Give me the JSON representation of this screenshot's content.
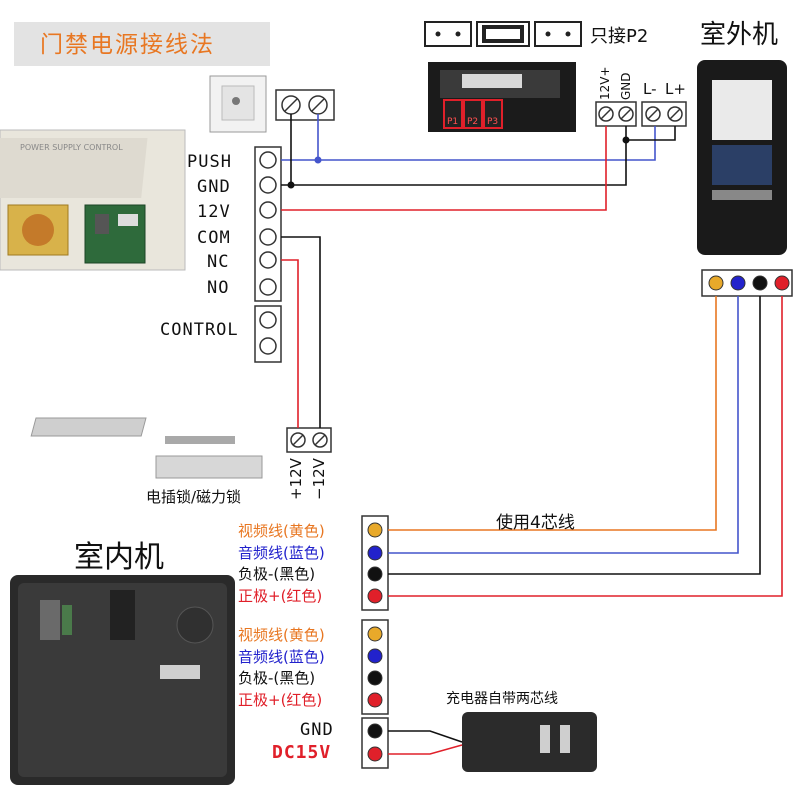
{
  "title": "门禁电源接线法",
  "top_right": {
    "jumper_note": "只接P2",
    "outdoor_unit": "室外机",
    "terminal_labels": [
      "12V+",
      "GND",
      "L-",
      "L+"
    ],
    "jumper_pins": [
      "P1",
      "P2",
      "P3"
    ]
  },
  "power_supply": {
    "terminals": [
      "PUSH",
      "GND",
      "12V",
      "COM",
      "NC",
      "NO"
    ],
    "control_label": "CONTROL",
    "photo_text": "POWER SUPPLY CONTROL"
  },
  "lock": {
    "terminal_labels": [
      "+12V",
      "−12V"
    ],
    "caption": "电插锁/磁力锁"
  },
  "indoor_unit": {
    "label": "室内机"
  },
  "cable_note": "使用4芯线",
  "wire_legend_1": [
    {
      "text": "视频线(黄色)",
      "color": "#e87722"
    },
    {
      "text": "音频线(蓝色)",
      "color": "#2222cc"
    },
    {
      "text": "负极-(黑色)",
      "color": "#111111"
    },
    {
      "text": "正极+(红色)",
      "color": "#e0202a"
    }
  ],
  "wire_legend_2": [
    {
      "text": "视频线(黄色)",
      "color": "#e87722"
    },
    {
      "text": "音频线(蓝色)",
      "color": "#2222cc"
    },
    {
      "text": "负极-(黑色)",
      "color": "#111111"
    },
    {
      "text": "正极+(红色)",
      "color": "#e0202a"
    }
  ],
  "power_terminals": {
    "gnd": "GND",
    "dc": "DC15V"
  },
  "adapter_note": "充电器自带两芯线",
  "colors": {
    "orange": "#e87722",
    "blue": "#2222cc",
    "red": "#e0202a",
    "black": "#111111",
    "wire_blue": "#4455cc"
  }
}
